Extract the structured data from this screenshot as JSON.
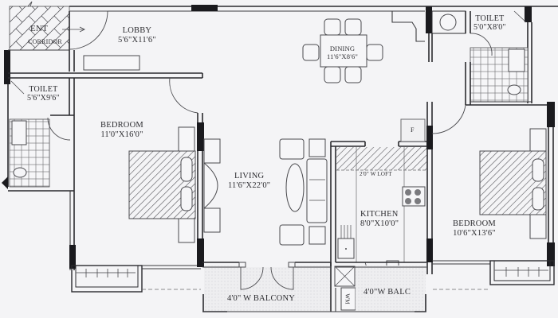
{
  "plan": {
    "colors": {
      "wall": "#2a2a2e",
      "column": "#1a1a1e",
      "background": "#f4f4f6",
      "hatch": "#55555a"
    },
    "rooms": {
      "entrance": {
        "name": "ENT",
        "sub": "CORRIDOR"
      },
      "lobby": {
        "name": "LOBBY",
        "dims": "5'6\"X11'6\""
      },
      "dining": {
        "name": "DINING",
        "dims": "11'6\"X8'6\""
      },
      "toilet_right": {
        "name": "TOILET",
        "dims": "5'0\"X8'0\""
      },
      "toilet_left": {
        "name": "TOILET",
        "dims": "5'6\"X9'6\""
      },
      "bedroom_left": {
        "name": "BEDROOM",
        "dims": "11'0\"X16'0\""
      },
      "living": {
        "name": "LIVING",
        "dims": "11'6\"X22'0\""
      },
      "kitchen": {
        "name": "KITCHEN",
        "dims": "8'0\"X10'0\""
      },
      "bedroom_right": {
        "name": "BEDROOM",
        "dims": "10'6\"X13'6\""
      },
      "balcony": {
        "name": "4'0\" W BALCONY"
      },
      "balc_small": {
        "name": "4'0\"W BALC"
      }
    },
    "annotations": {
      "loft": "2'0\" W LOFT",
      "fridge": "F",
      "washing_machine": "WM"
    }
  }
}
